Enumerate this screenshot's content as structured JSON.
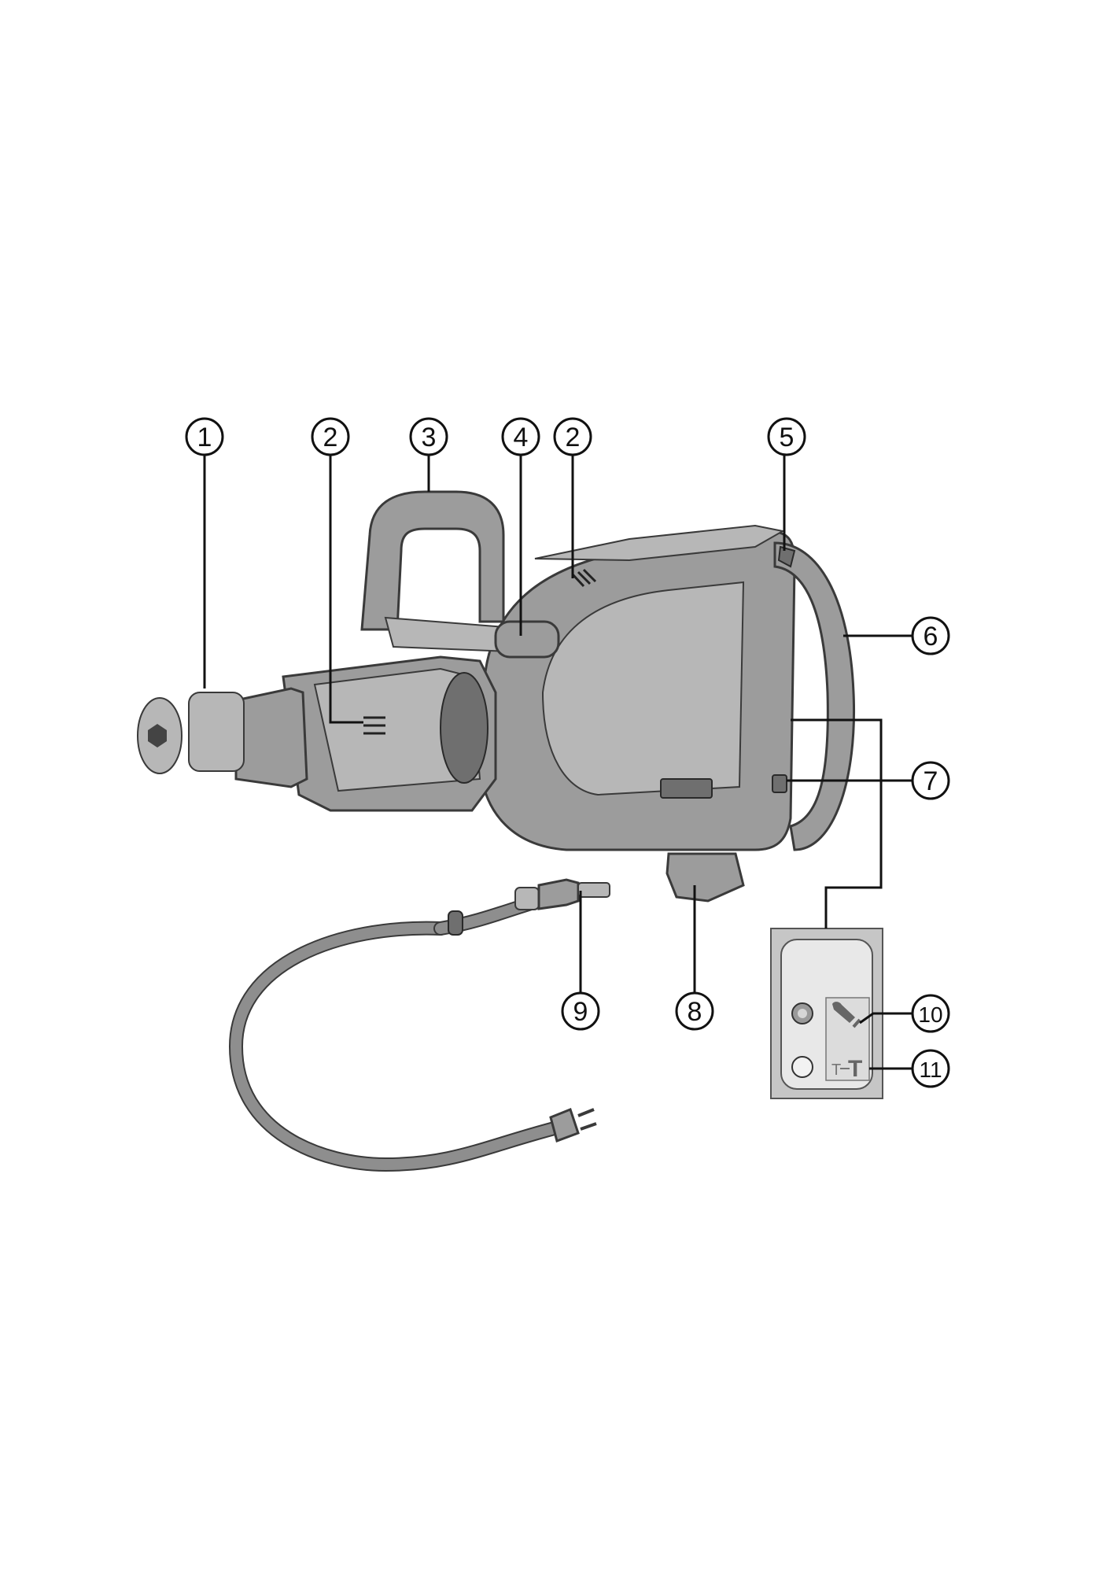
{
  "diagram": {
    "callouts": [
      {
        "id": "c1",
        "label": "1"
      },
      {
        "id": "c2a",
        "label": "2"
      },
      {
        "id": "c3",
        "label": "3"
      },
      {
        "id": "c4",
        "label": "4"
      },
      {
        "id": "c2b",
        "label": "2"
      },
      {
        "id": "c5",
        "label": "5"
      },
      {
        "id": "c6",
        "label": "6"
      },
      {
        "id": "c7",
        "label": "7"
      },
      {
        "id": "c8",
        "label": "8"
      },
      {
        "id": "c9",
        "label": "9"
      },
      {
        "id": "c10",
        "label": "10"
      },
      {
        "id": "c11",
        "label": "11"
      }
    ]
  },
  "colors": {
    "tool_body": "#9c9c9c",
    "outline": "#3a3a3a",
    "callout": "#111111"
  },
  "icons": {
    "panel_indicator_10": "wrench-icon",
    "panel_indicator_11": "hammer-chisel-icon"
  }
}
